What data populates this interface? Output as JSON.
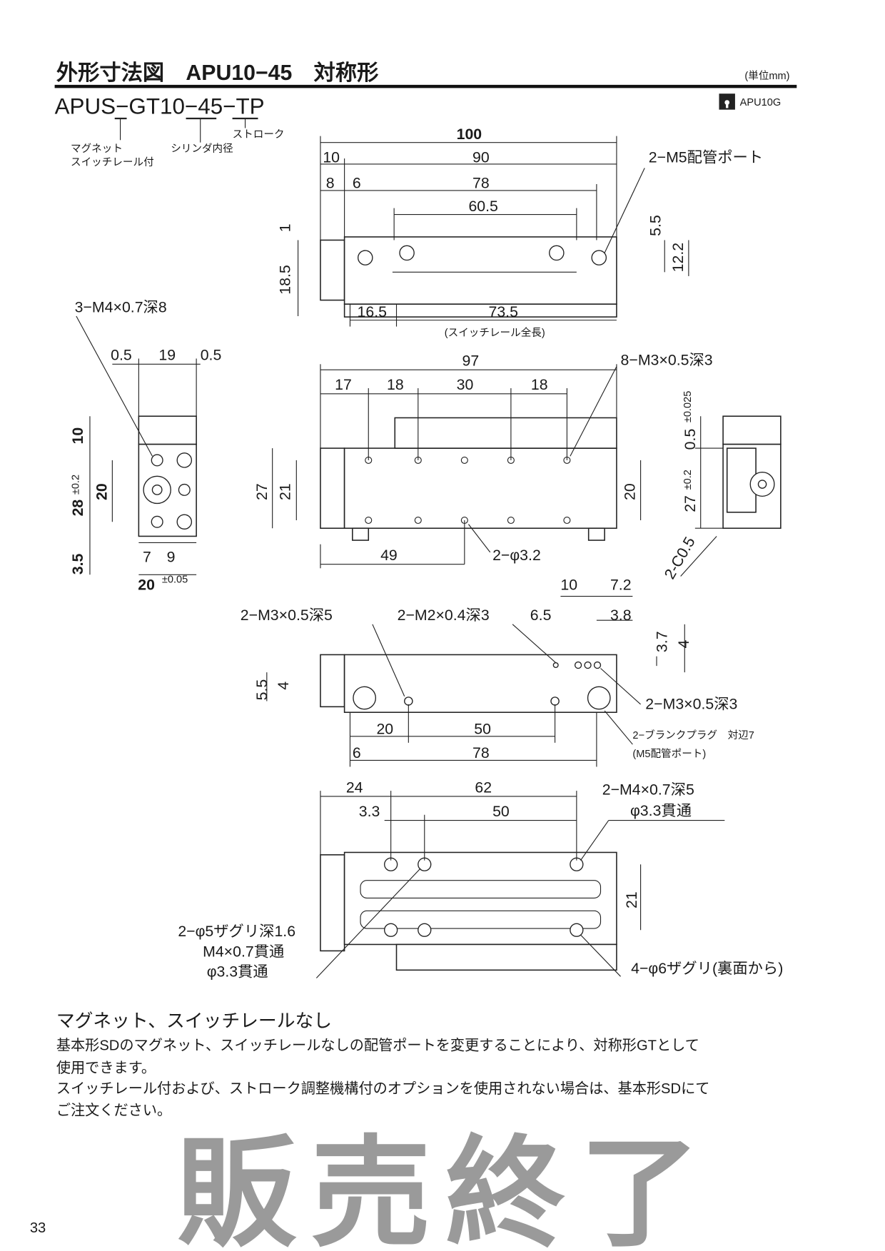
{
  "header": {
    "title": "外形寸法図　APU10−45　対称形",
    "unit": "(単位mm)",
    "model_code": "APUS−GT10−45−TP",
    "cad_label": "APU10G",
    "cad_icon": "cad-key-icon"
  },
  "callouts": {
    "magnet_1": "マグネット",
    "magnet_2": "スイッチレール付",
    "bore": "シリンダ内径",
    "stroke": "ストローク"
  },
  "view_top": {
    "overall": "100",
    "d10": "10",
    "d90": "90",
    "d8": "8",
    "d6": "6",
    "d78": "78",
    "d60_5": "60.5",
    "port": "2−M5配管ポート",
    "v1": "1",
    "v18_5": "18.5",
    "v5_5": "5.5",
    "v12_2": "12.2",
    "d16_5": "16.5",
    "d73_5": "73.5",
    "rail_note": "(スイッチレール全長)"
  },
  "view_left": {
    "thread": "3−M4×0.7深8",
    "d0_5a": "0.5",
    "d19": "19",
    "d0_5b": "0.5",
    "v10": "10",
    "v28": "28",
    "v28_tol": "±0.2",
    "v20": "20",
    "v3_5": "3.5",
    "d7": "7",
    "d9": "9",
    "d20": "20",
    "d20_tol": "±0.05"
  },
  "view_front": {
    "d97": "97",
    "thread": "8−M3×0.5深3",
    "d17": "17",
    "d18a": "18",
    "d30": "30",
    "d18b": "18",
    "v27": "27",
    "v21": "21",
    "v20": "20",
    "d49": "49",
    "holes": "2−φ3.2"
  },
  "view_right": {
    "v0_5": "0.5",
    "v0_5_tol": "±0.025",
    "v27": "27",
    "v27_tol": "±0.2",
    "chamfer": "2-C0.5"
  },
  "view_bottom": {
    "thread_a": "2−M3×0.5深5",
    "thread_b": "2−M2×0.4深3",
    "d10": "10",
    "d7_2": "7.2",
    "d6_5": "6.5",
    "d3_8": "3.8",
    "v3_7": "3.7",
    "v4": "4",
    "v5_5": "5.5",
    "v4b": "4",
    "thread_c": "2−M3×0.5深3",
    "d20": "20",
    "d50": "50",
    "plug_1": "2−ブランクプラグ　対辺7",
    "plug_2": "(M5配管ポート)",
    "d6": "6",
    "d78": "78"
  },
  "view_under": {
    "d24": "24",
    "d62": "62",
    "d3_3": "3.3",
    "d50": "50",
    "thread_1": "2−M4×0.7深5",
    "thread_2": "φ3.3貫通",
    "v21": "21",
    "cb_1": "2−φ5ザグリ深1.6",
    "cb_2": "M4×0.7貫通",
    "cb_3": "φ3.3貫通",
    "cb_back": "4−φ6ザグリ(裏面から)"
  },
  "note": {
    "heading": "マグネット、スイッチレールなし",
    "lines": [
      "基本形SDのマグネット、スイッチレールなしの配管ポートを変更することにより、対称形GTとして",
      "使用できます。",
      "スイッチレール付および、ストローク調整機構付のオプションを使用されない場合は、基本形SDにて",
      "ご注文ください。"
    ]
  },
  "watermark": "販売終了",
  "page_number": "33"
}
